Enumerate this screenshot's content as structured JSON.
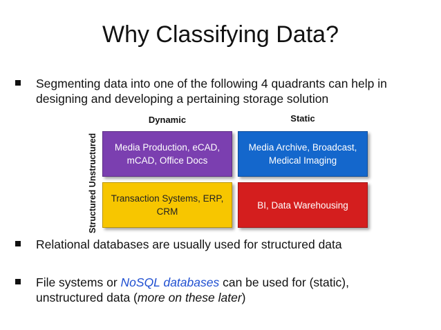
{
  "title": "Why Classifying Data?",
  "bullets": {
    "b1_line1": "Segmenting data into one of the following 4 quadrants can help in",
    "b1_line2": "designing and developing a pertaining storage solution",
    "b2": "Relational databases are usually used for structured data",
    "b3_pre": "File systems or ",
    "b3_link": "NoSQL databases",
    "b3_mid": " can be used for (static),",
    "b3_line2_pre": "unstructured data (",
    "b3_line2_ital": "more on these later",
    "b3_line2_post": ")"
  },
  "diagram": {
    "col_dynamic": "Dynamic",
    "col_static": "Static",
    "row_label": "Structured Unstructured",
    "quadrants": [
      {
        "line1": "Media Production, eCAD,",
        "line2": "mCAD, Office Docs",
        "color": "#7b3fb0"
      },
      {
        "line1": "Media Archive, Broadcast,",
        "line2": "Medical Imaging",
        "color": "#1467cc"
      },
      {
        "line1": "Transaction Systems, ERP,",
        "line2": "CRM",
        "color": "#f7c600"
      },
      {
        "line1": "BI, Data Warehousing",
        "line2": "",
        "color": "#d41e1e"
      }
    ]
  }
}
